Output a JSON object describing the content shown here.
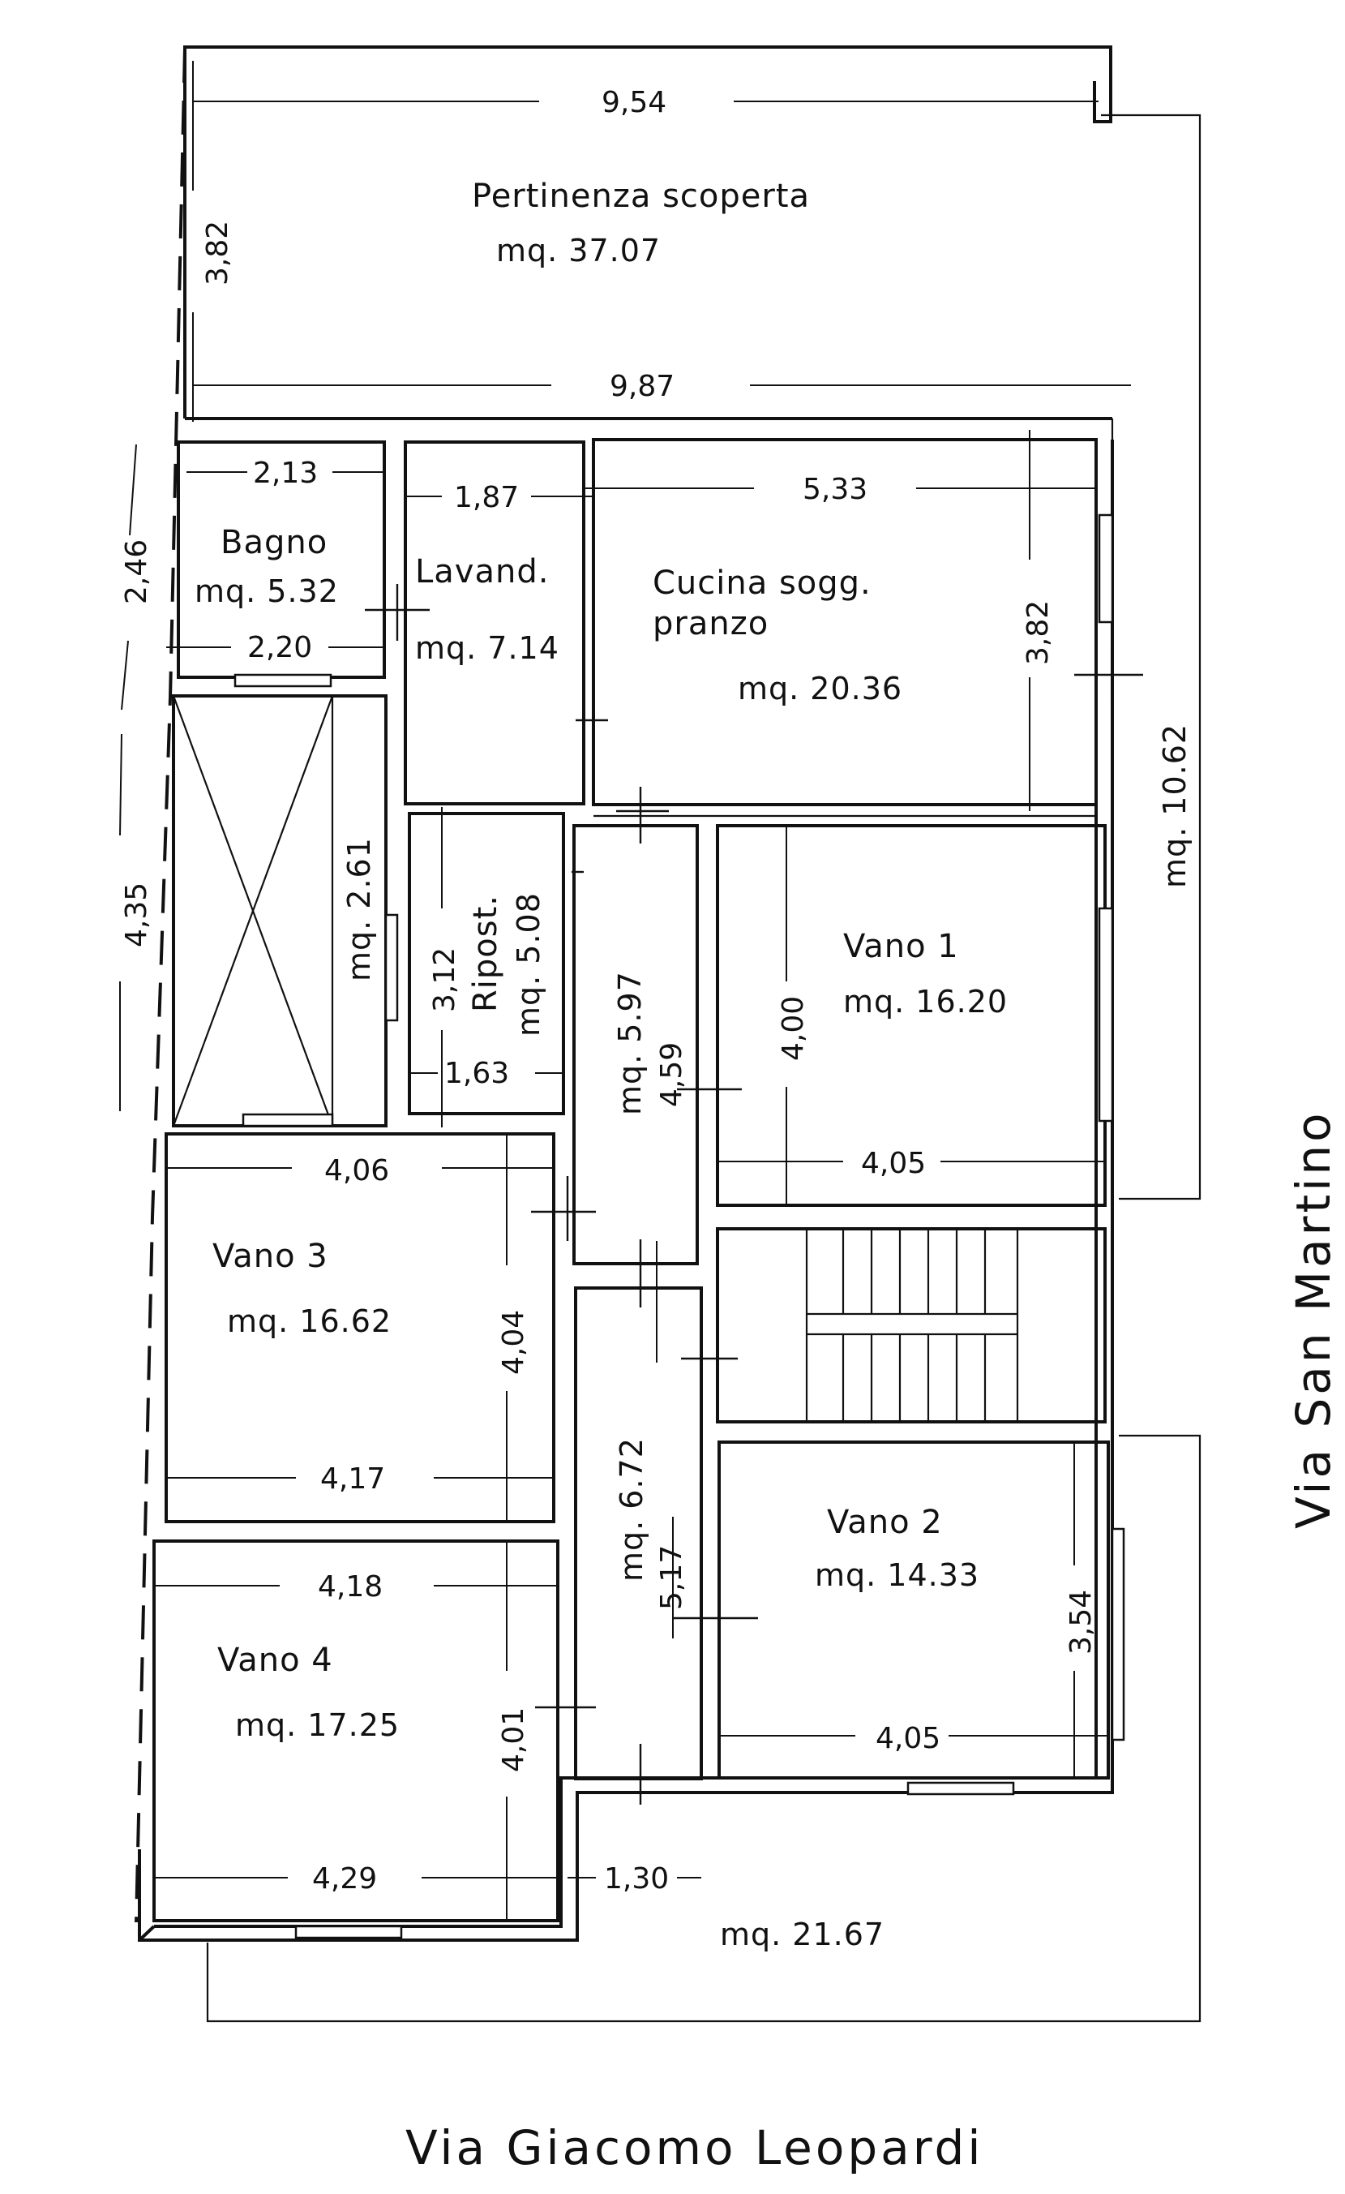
{
  "rooms": {
    "pertinenza": {
      "name": "Pertinenza scoperta",
      "area": "mq. 37.07"
    },
    "bagno": {
      "name": "Bagno",
      "area": "mq. 5.32"
    },
    "lavand": {
      "name": "Lavand.",
      "area": "mq. 7.14"
    },
    "cucina": {
      "name_line1": "Cucina sogg.",
      "name_line2": "pranzo",
      "area": "mq. 20.36"
    },
    "cavedio": {
      "area": "mq. 2.61"
    },
    "ripost": {
      "name": "Ripost.",
      "area": "mq. 5.08"
    },
    "corridor_upper": {
      "area": "mq. 5.97"
    },
    "vano1": {
      "name": "Vano 1",
      "area": "mq. 16.20"
    },
    "vano2": {
      "name": "Vano 2",
      "area": "mq. 14.33"
    },
    "vano3": {
      "name": "Vano 3",
      "area": "mq. 16.62"
    },
    "vano4": {
      "name": "Vano 4",
      "area": "mq. 17.25"
    },
    "corridor_lower": {
      "area": "mq. 6.72"
    },
    "side_yard": {
      "area": "mq. 10.62"
    },
    "front_yard": {
      "area": "mq. 21.67"
    }
  },
  "dimensions": {
    "top_width": "9,54",
    "top_height": "3,82",
    "mid_width": "9,87",
    "bagno_top": "2,13",
    "bagno_bottom": "2,20",
    "left_246": "2,46",
    "left_435": "4,35",
    "lavand_width": "1,87",
    "cucina_width": "5,33",
    "cucina_height": "3,82",
    "ripost_height": "3,12",
    "ripost_width": "1,63",
    "corridor_upper_len": "4,59",
    "vano1_height": "4,00",
    "vano1_width": "4,05",
    "vano3_top": "4,06",
    "vano3_height": "4,04",
    "vano3_bottom": "4,17",
    "vano4_top": "4,18",
    "vano4_height": "4,01",
    "vano4_bottom": "4,29",
    "corridor_lower_len": "5,17",
    "vano2_height": "3,54",
    "vano2_width": "4,05",
    "entrance_width": "1,30"
  },
  "streets": {
    "east": "Via San Martino",
    "south": "Via Giacomo Leopardi"
  }
}
